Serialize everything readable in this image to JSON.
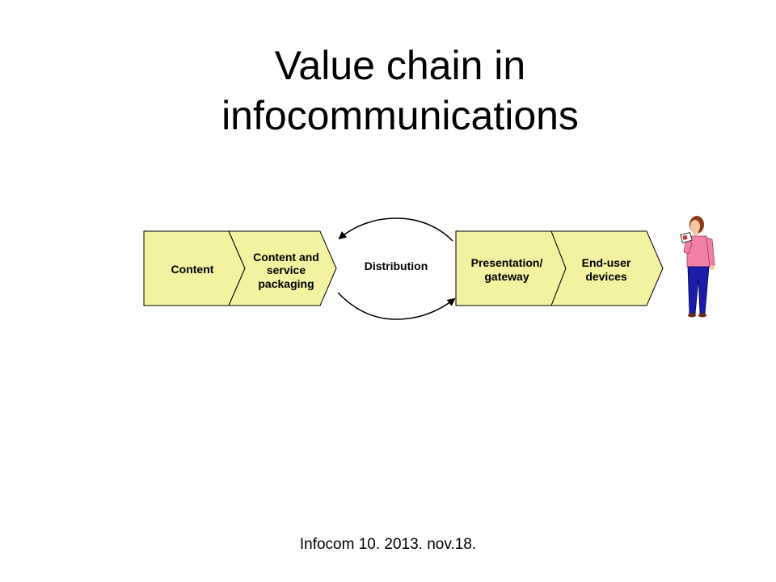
{
  "title": {
    "line1": "Value chain in",
    "line2": "infocommunications"
  },
  "stages": {
    "content": {
      "label": "Content"
    },
    "packaging": {
      "line1": "Content  and",
      "line2": "service",
      "line3": "packaging"
    },
    "distribution": {
      "label": "Distribution"
    },
    "presentation": {
      "line1": "Presentation/",
      "line2": "gateway"
    },
    "end_user": {
      "line1": "End-user",
      "line2": "devices"
    }
  },
  "colors": {
    "chevron_fill": "#f2f2a0",
    "stroke": "#000000"
  },
  "footer": {
    "text": "Infocom 10.  2013. nov.18."
  }
}
